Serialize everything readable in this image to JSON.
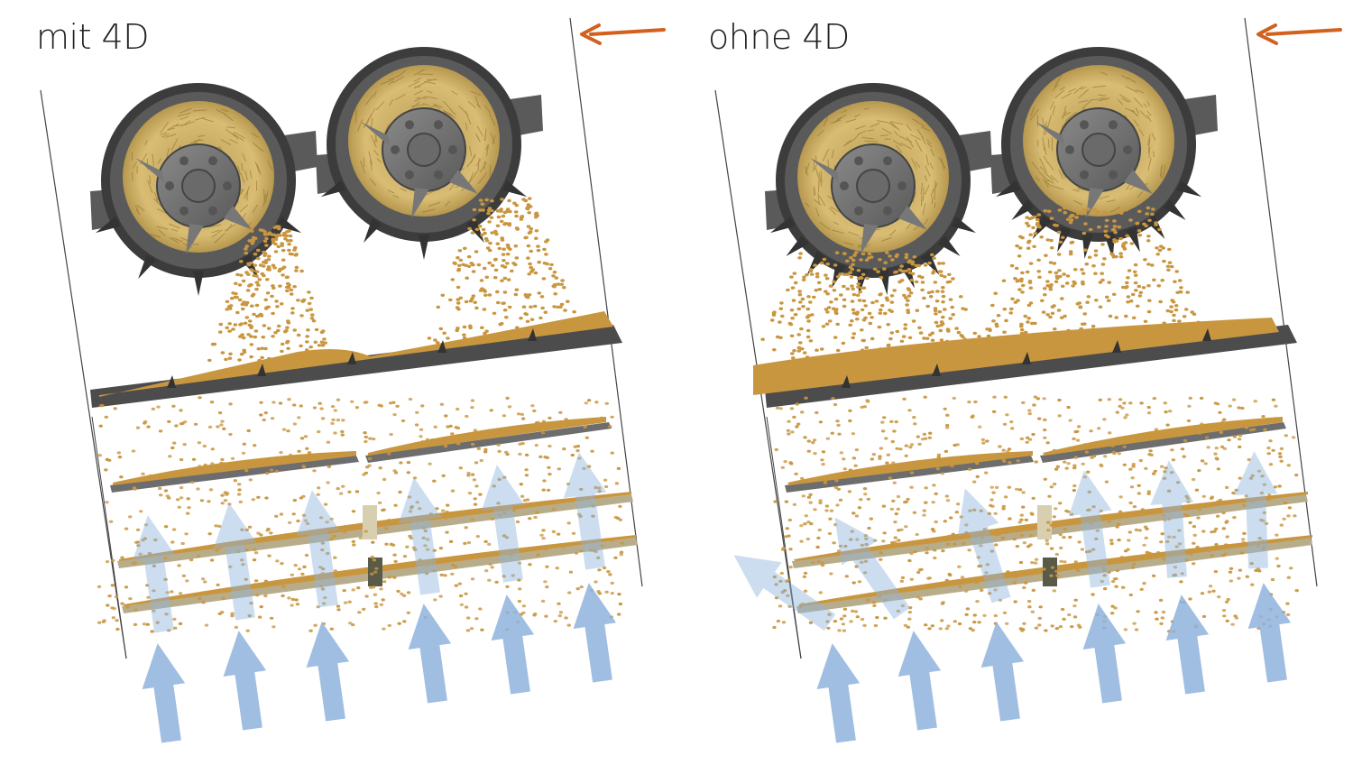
{
  "panels": [
    {
      "id": "with-4d",
      "title": "mit 4D",
      "flow_arrow": "orange-arrow-icon",
      "airflow": "straight"
    },
    {
      "id": "without-4d",
      "title": "ohne 4D",
      "flow_arrow": "orange-arrow-icon",
      "airflow": "deflected"
    }
  ],
  "colors": {
    "housing": "#5a5a5a",
    "housing_dark": "#3c3c3c",
    "straw": "#c9a95a",
    "grain": "#c99640",
    "sieve": "#b8ad8a",
    "airflow": "#8fb3dc",
    "flow_arrow": "#d2611e",
    "outline": "#444444"
  }
}
